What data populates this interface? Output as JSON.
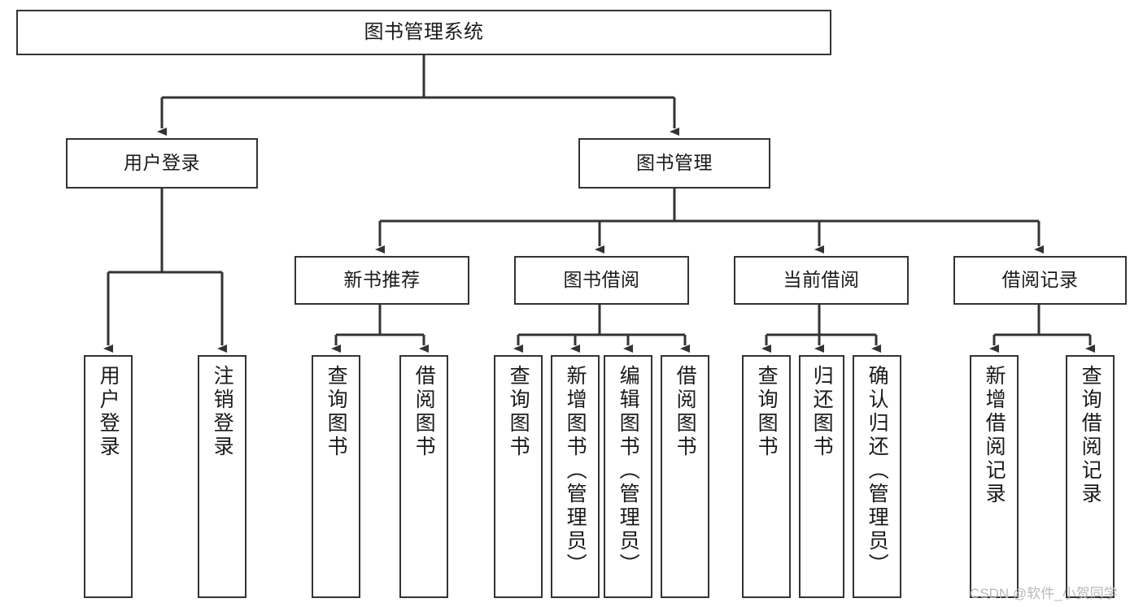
{
  "diagram": {
    "title": "图书管理系统",
    "type": "tree-hierarchy",
    "root": {
      "label": "图书管理系统"
    },
    "level2": [
      {
        "label": "用户登录"
      },
      {
        "label": "图书管理"
      }
    ],
    "level3": [
      {
        "label": "新书推荐"
      },
      {
        "label": "图书借阅"
      },
      {
        "label": "当前借阅"
      },
      {
        "label": "借阅记录"
      }
    ],
    "leaves": {
      "user_login": [
        {
          "label": "用户登录"
        },
        {
          "label": "注销登录"
        }
      ],
      "new_book_recommend": [
        {
          "label": "查询图书"
        },
        {
          "label": "借阅图书"
        }
      ],
      "book_borrow": [
        {
          "label": "查询图书"
        },
        {
          "label": "新增图书（管理员）"
        },
        {
          "label": "编辑图书（管理员）"
        },
        {
          "label": "借阅图书"
        }
      ],
      "current_borrow": [
        {
          "label": "查询图书"
        },
        {
          "label": "归还图书"
        },
        {
          "label": "确认归还（管理员）"
        }
      ],
      "borrow_records": [
        {
          "label": "新增借阅记录"
        },
        {
          "label": "查询借阅记录"
        }
      ]
    }
  },
  "watermark": {
    "text": "CSDN @软件_小贺同学"
  },
  "colors": {
    "border": "#333333",
    "background": "#ffffff",
    "text": "#1a1a1a",
    "watermark": "#b9b9b9"
  }
}
